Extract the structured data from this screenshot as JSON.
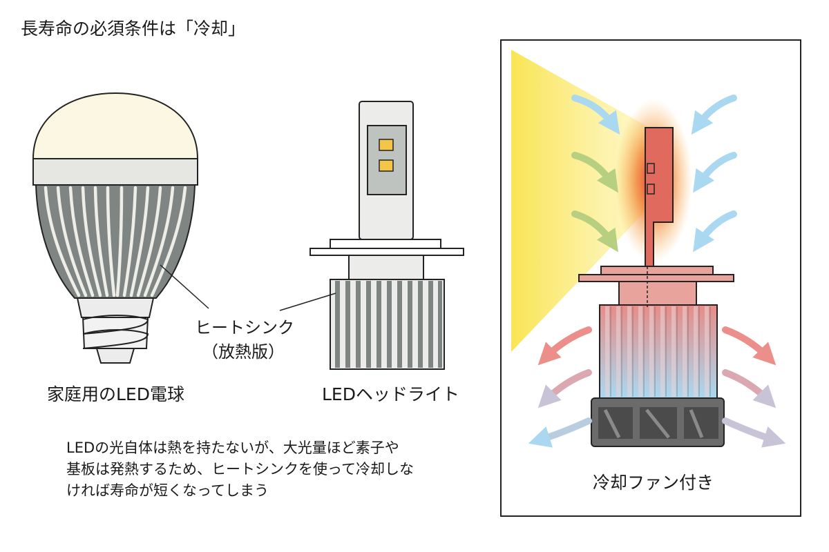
{
  "title": "長寿命の必須条件は「冷却」",
  "labels": {
    "bulb": "家庭用のLED電球",
    "headlight": "LEDヘッドライト",
    "heatsink_line1": "ヒートシンク",
    "heatsink_line2": "（放熱版）",
    "fan": "冷却ファン付き"
  },
  "description": [
    "LEDの光自体は熱を持たないが、大光量ほど素子や",
    "基板は発熱するため、ヒートシンクを使って冷却しな",
    "ければ寿命が短くなってしまう"
  ],
  "colors": {
    "heat_red": "#e8473a",
    "cool_blue": "#a9d8f0",
    "light_yellow": "#f9e34a",
    "bulb_cream": "#fbf7e2",
    "heatsink_gray": "#7f8582"
  },
  "icons": [
    "led-bulb-icon",
    "led-headlight-icon",
    "cooling-fan-headlight-icon",
    "airflow-arrow-icon"
  ]
}
